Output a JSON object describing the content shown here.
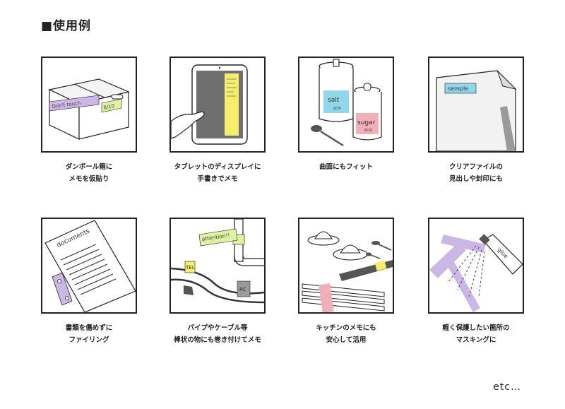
{
  "title": "■使用例",
  "footer": "etc…",
  "colors": {
    "purple": "#cbb7e6",
    "green": "#dff2a0",
    "blue": "#8fd8ec",
    "pink": "#f2aeb9",
    "yellow": "#f5ee6a",
    "gray": "#9a9a9a"
  },
  "examples": [
    {
      "line1": "ダンボール箱に",
      "line2": "メモを仮貼り",
      "labels": [
        "Don't touch",
        "8/10"
      ]
    },
    {
      "line1": "タブレットのディスプレイに",
      "line2": "手書きでメモ",
      "labels": []
    },
    {
      "line1": "曲面にもフィット",
      "line2": "",
      "labels": [
        "salt",
        "sugar",
        "8/20",
        "8/10"
      ]
    },
    {
      "line1": "クリアファイルの",
      "line2": "見出しや封印にも",
      "labels": [
        "sample"
      ]
    },
    {
      "line1": "書類を傷めずに",
      "line2": "ファイリング",
      "labels": [
        "documents"
      ]
    },
    {
      "line1": "パイプやケーブル等",
      "line2": "棒状の物にも巻き付けてメモ",
      "labels": [
        "attention!!",
        "TEL",
        "PC"
      ]
    },
    {
      "line1": "キッチンのメモにも",
      "line2": "安心して活用",
      "labels": []
    },
    {
      "line1": "軽く保護したい箇所の",
      "line2": "マスキングに",
      "labels": [
        "glue"
      ]
    }
  ]
}
